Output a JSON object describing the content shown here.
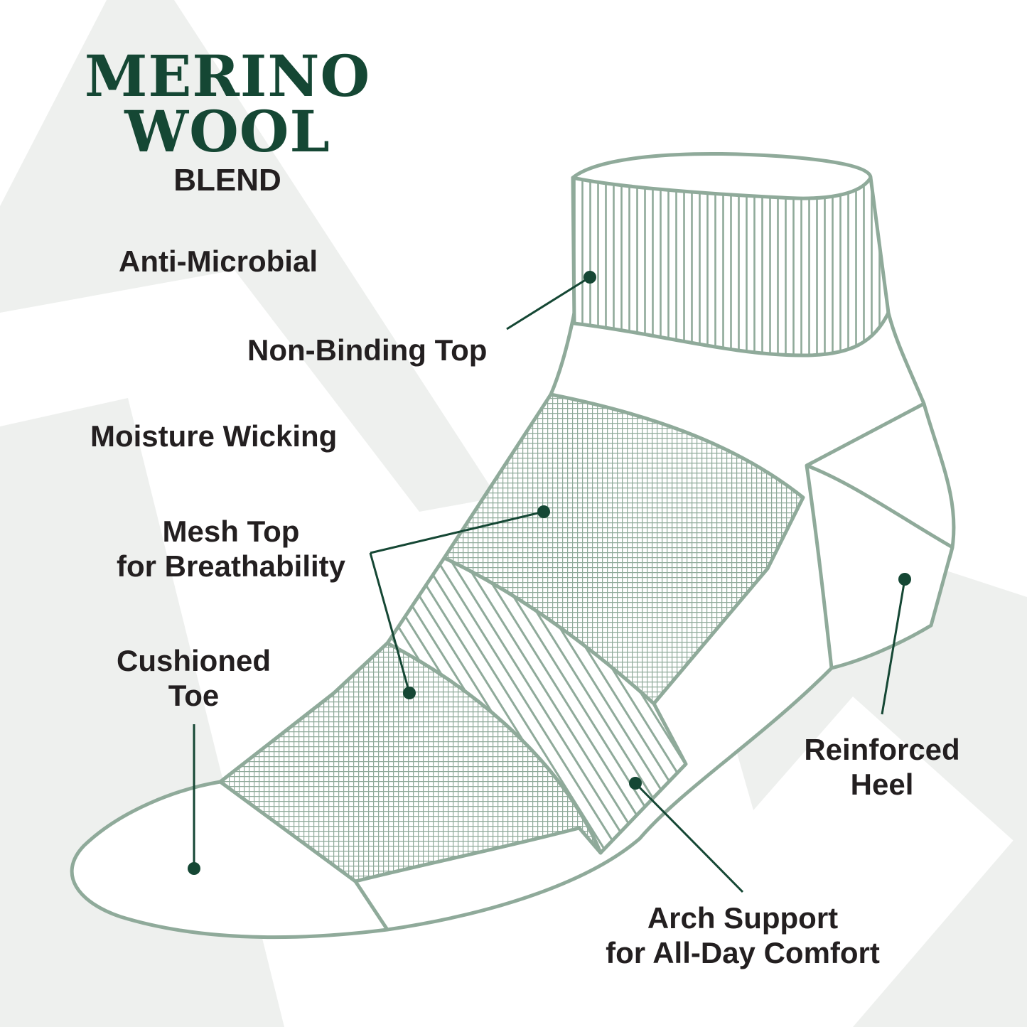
{
  "title": {
    "line1": "MERINO",
    "line2": "WOOL",
    "subtitle": "BLEND"
  },
  "features": {
    "anti_microbial": "Anti-Microbial",
    "non_binding_top": "Non-Binding Top",
    "moisture_wicking": "Moisture Wicking",
    "mesh_top": {
      "line1": "Mesh Top",
      "line2": "for Breathability"
    },
    "cushioned_toe": {
      "line1": "Cushioned",
      "line2": "Toe"
    },
    "reinforced_heel": {
      "line1": "Reinforced",
      "line2": "Heel"
    },
    "arch_support": {
      "line1": "Arch Support",
      "line2": "for All-Day Comfort"
    }
  },
  "colors": {
    "brand_green": "#154734",
    "sock_outline": "#8faa9a",
    "background_shape": "#eef0ee",
    "text": "#231f20"
  }
}
